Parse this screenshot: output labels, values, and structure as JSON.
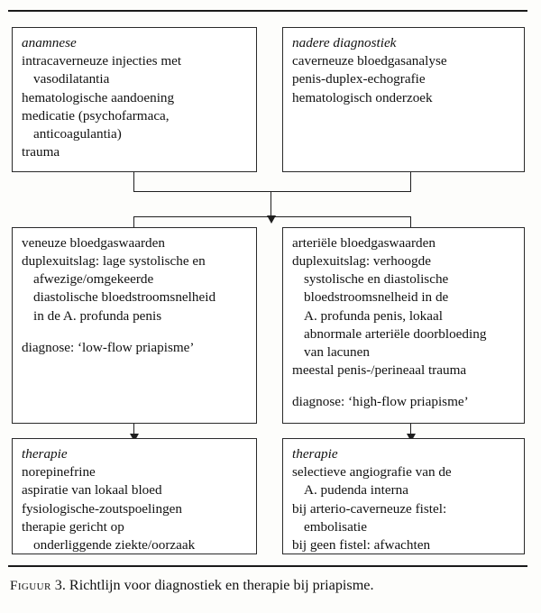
{
  "figure": {
    "caption_label": "Figuur",
    "caption_number": "3.",
    "caption_text": "Richtlijn voor diagnostiek en therapie bij priapisme.",
    "ink_color": "#1a1a1a",
    "paper_color": "#fdfdfb"
  },
  "boxes": {
    "anamnese": {
      "title": "anamnese",
      "lines": [
        {
          "text": "intracaverneuze injecties met",
          "indent": false
        },
        {
          "text": "vasodilatantia",
          "indent": true
        },
        {
          "text": "hematologische aandoening",
          "indent": false
        },
        {
          "text": "medicatie (psychofarmaca,",
          "indent": false
        },
        {
          "text": "anticoagulantia)",
          "indent": true
        },
        {
          "text": "trauma",
          "indent": false
        }
      ]
    },
    "nadere_diagnostiek": {
      "title": "nadere diagnostiek",
      "lines": [
        {
          "text": "caverneuze bloedgasanalyse",
          "indent": false
        },
        {
          "text": "penis-duplex-echografie",
          "indent": false
        },
        {
          "text": "hematologisch onderzoek",
          "indent": false
        }
      ]
    },
    "veneus": {
      "title": "veneuze bloedgaswaarden",
      "lines": [
        {
          "text": "duplexuitslag: lage systolische en",
          "indent": false
        },
        {
          "text": "afwezige/omgekeerde",
          "indent": true
        },
        {
          "text": "diastolische bloedstroomsnelheid",
          "indent": true
        },
        {
          "text": "in de A. profunda penis",
          "indent": true
        },
        {
          "text": "",
          "indent": false
        },
        {
          "text": "diagnose: ‘low-flow priapisme’",
          "indent": false
        }
      ]
    },
    "arterieel": {
      "title": "arteriële bloedgaswaarden",
      "lines": [
        {
          "text": "duplexuitslag: verhoogde",
          "indent": false
        },
        {
          "text": "systolische en diastolische",
          "indent": true
        },
        {
          "text": "bloedstroomsnelheid in de",
          "indent": true
        },
        {
          "text": "A. profunda penis, lokaal",
          "indent": true
        },
        {
          "text": "abnormale arteriële doorbloeding",
          "indent": true
        },
        {
          "text": "van lacunen",
          "indent": true
        },
        {
          "text": "meestal penis-/perineaal trauma",
          "indent": false
        },
        {
          "text": "",
          "indent": false
        },
        {
          "text": "diagnose: ‘high-flow priapisme’",
          "indent": false
        }
      ]
    },
    "therapie_low_flow": {
      "title": "therapie",
      "lines": [
        {
          "text": "norepinefrine",
          "indent": false
        },
        {
          "text": "aspiratie van lokaal bloed",
          "indent": false
        },
        {
          "text": "fysiologische-zoutspoelingen",
          "indent": false
        },
        {
          "text": "therapie gericht op",
          "indent": false
        },
        {
          "text": "onderliggende ziekte/oorzaak",
          "indent": true
        }
      ]
    },
    "therapie_high_flow": {
      "title": "therapie",
      "lines": [
        {
          "text": "selectieve angiografie van de",
          "indent": false
        },
        {
          "text": "A. pudenda interna",
          "indent": true
        },
        {
          "text": "bij arterio-caverneuze fistel:",
          "indent": false
        },
        {
          "text": "embolisatie",
          "indent": true
        },
        {
          "text": "bij geen fistel: afwachten",
          "indent": false
        }
      ]
    }
  }
}
